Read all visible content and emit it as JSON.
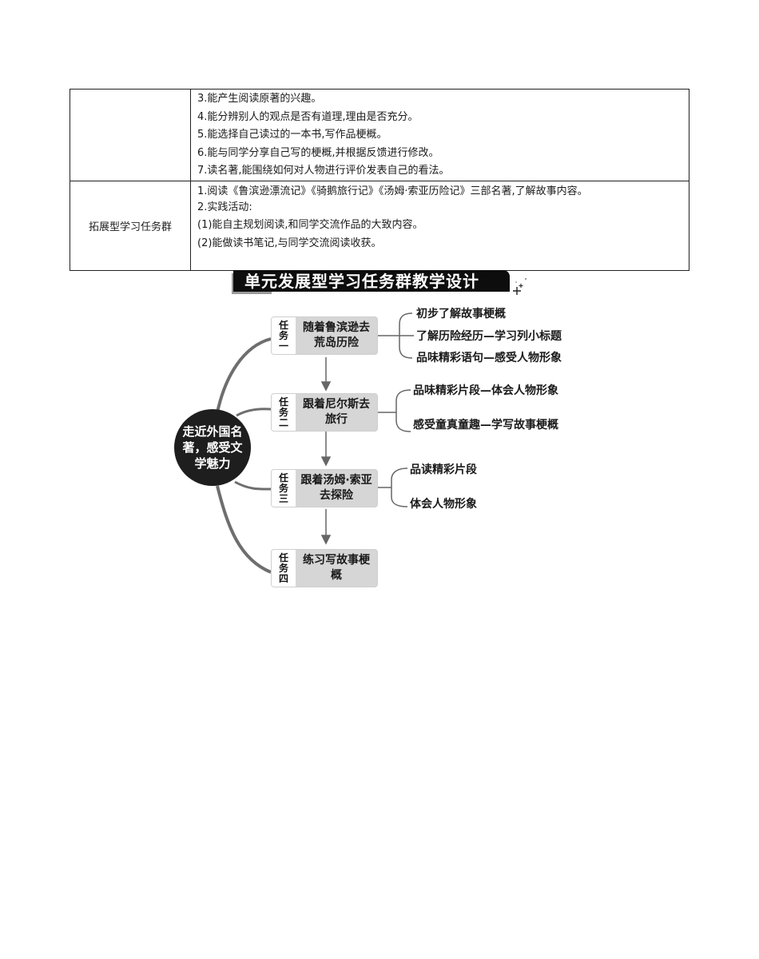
{
  "table": {
    "rows": [
      {
        "label": "",
        "lines": [
          "3.能产生阅读原著的兴趣。",
          "4.能分辨别人的观点是否有道理,理由是否充分。",
          "5.能选择自己读过的一本书,写作品梗概。",
          "6.能与同学分享自己写的梗概,并根据反馈进行修改。",
          "7.读名著,能围绕如何对人物进行评价发表自己的看法。"
        ]
      },
      {
        "label": "拓展型学习任务群",
        "lines": [
          "1.阅读《鲁滨逊漂流记》《骑鹅旅行记》《汤姆·索亚历险记》三部名著,了解故事内容。",
          "2.实践活动:",
          "(1)能自主规划阅读,和同学交流作品的大致内容。",
          "(2)能做读书笔记,与同学交流阅读收获。"
        ]
      }
    ]
  },
  "banner": {
    "title": "单元发展型学习任务群教学设计",
    "icon": "sparkle-icon"
  },
  "diagram": {
    "center": "走近外国名著，感受文学魅力",
    "tasks": [
      {
        "tag": "任务一",
        "name": "随着鲁滨逊去荒岛历险",
        "branches": [
          "初步了解故事梗概",
          "了解历险经历—学习列小标题",
          "品味精彩语句—感受人物形象"
        ]
      },
      {
        "tag": "任务二",
        "name": "跟着尼尔斯去旅行",
        "branches": [
          "品味精彩片段—体会人物形象",
          "感受童真童趣—学写故事梗概"
        ]
      },
      {
        "tag": "任务三",
        "name": "跟着汤姆·索亚去探险",
        "branches": [
          "品读精彩片段",
          "体会人物形象"
        ]
      },
      {
        "tag": "任务四",
        "name": "练习写故事梗概",
        "branches": []
      }
    ],
    "colors": {
      "center_fill": "#1e1e1e",
      "task_fill": "#d6d6d6",
      "line": "#777777",
      "banner_fill": "#0d0d0d"
    }
  }
}
